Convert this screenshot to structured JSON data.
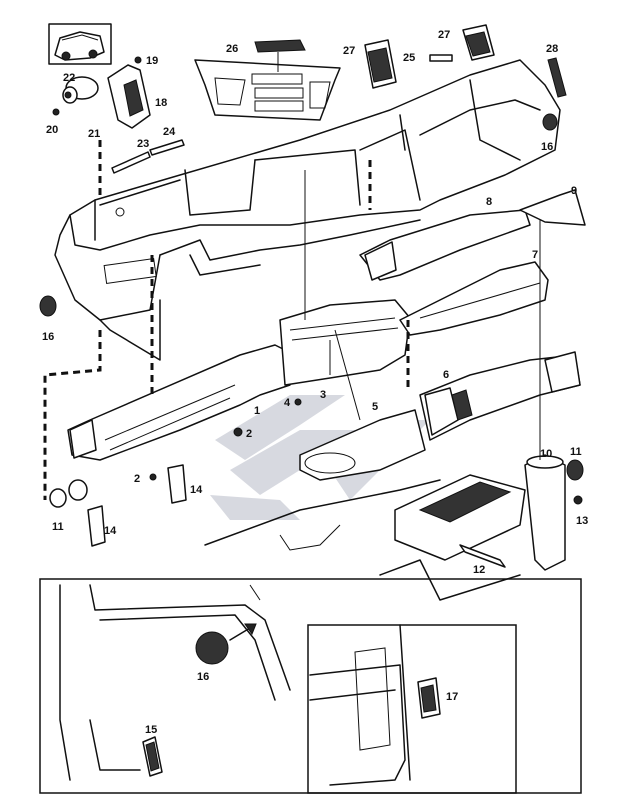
{
  "figure": {
    "callouts": [
      {
        "id": "c1",
        "text": "1"
      },
      {
        "id": "c2a",
        "text": "2"
      },
      {
        "id": "c2b",
        "text": "2"
      },
      {
        "id": "c3",
        "text": "3"
      },
      {
        "id": "c4",
        "text": "4"
      },
      {
        "id": "c5",
        "text": "5"
      },
      {
        "id": "c6",
        "text": "6"
      },
      {
        "id": "c7",
        "text": "7"
      },
      {
        "id": "c8",
        "text": "8"
      },
      {
        "id": "c9",
        "text": "9"
      },
      {
        "id": "c10",
        "text": "10"
      },
      {
        "id": "c11a",
        "text": "11"
      },
      {
        "id": "c11b",
        "text": "11"
      },
      {
        "id": "c12",
        "text": "12"
      },
      {
        "id": "c13",
        "text": "13"
      },
      {
        "id": "c14a",
        "text": "14"
      },
      {
        "id": "c14b",
        "text": "14"
      },
      {
        "id": "c15",
        "text": "15"
      },
      {
        "id": "c16a",
        "text": "16"
      },
      {
        "id": "c16b",
        "text": "16"
      },
      {
        "id": "c16c",
        "text": "16"
      },
      {
        "id": "c17",
        "text": "17"
      },
      {
        "id": "c18",
        "text": "18"
      },
      {
        "id": "c19",
        "text": "19"
      },
      {
        "id": "c20",
        "text": "20"
      },
      {
        "id": "c21",
        "text": "21"
      },
      {
        "id": "c22",
        "text": "22"
      },
      {
        "id": "c23",
        "text": "23"
      },
      {
        "id": "c24",
        "text": "24"
      },
      {
        "id": "c25",
        "text": "25"
      },
      {
        "id": "c26",
        "text": "26"
      },
      {
        "id": "c27a",
        "text": "27"
      },
      {
        "id": "c27b",
        "text": "27"
      },
      {
        "id": "c28",
        "text": "28"
      }
    ]
  },
  "colors": {
    "line": "#111111",
    "background": "#ffffff",
    "watermark": "#c9ccd6"
  }
}
